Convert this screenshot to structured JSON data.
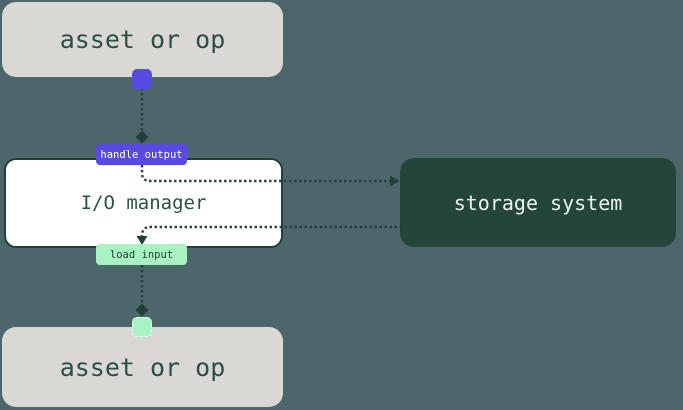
{
  "diagram": {
    "nodes": {
      "asset_top": {
        "label": "asset or op"
      },
      "io_manager": {
        "label": "I/O manager"
      },
      "storage_system": {
        "label": "storage system"
      },
      "asset_bottom": {
        "label": "asset or op"
      }
    },
    "edge_labels": {
      "handle_output": "handle output",
      "load_input": "load input"
    },
    "colors": {
      "background": "#4d666b",
      "asset_node_fill": "#d9d8d5",
      "io_node_fill": "#ffffff",
      "storage_node_fill": "#234639",
      "line": "#1f4138",
      "accent_purple": "#584ae0",
      "accent_mint": "#a9f2c1",
      "text_dark": "#2d5044",
      "text_light": "#eef2ef"
    }
  }
}
